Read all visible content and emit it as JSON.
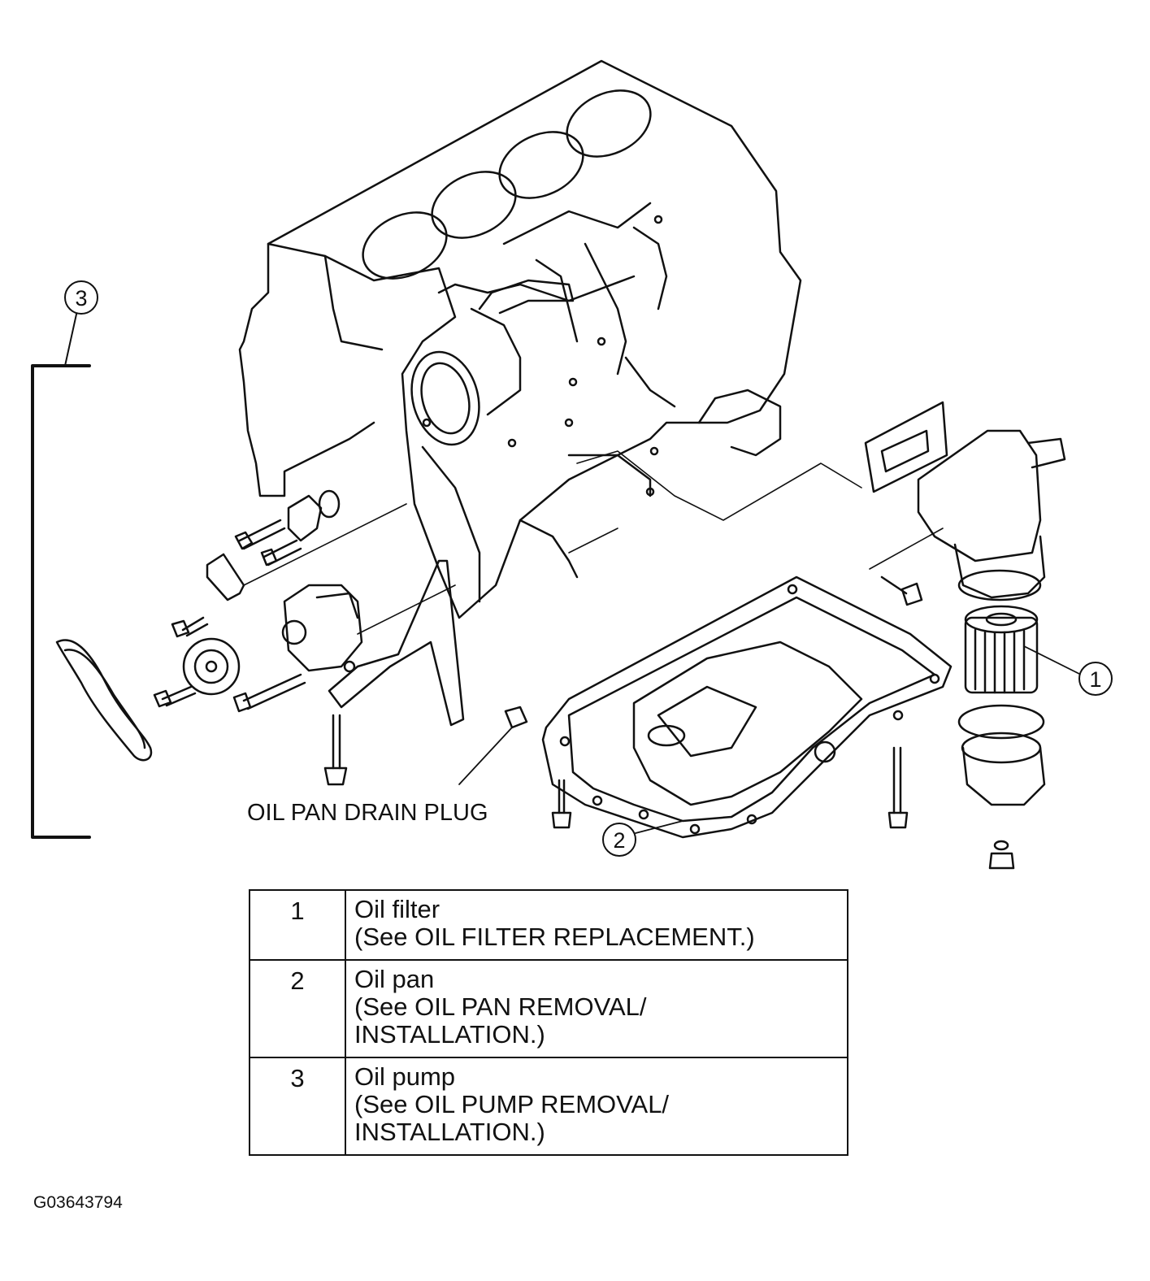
{
  "diagram": {
    "callouts": [
      {
        "id": "callout-1",
        "label": "1"
      },
      {
        "id": "callout-2",
        "label": "2"
      },
      {
        "id": "callout-3",
        "label": "3"
      }
    ],
    "drain_plug_label": "OIL PAN DRAIN PLUG"
  },
  "parts_table": {
    "rows": [
      {
        "number": "1",
        "lines": [
          "Oil filter",
          "(See OIL FILTER REPLACEMENT.)"
        ]
      },
      {
        "number": "2",
        "lines": [
          "Oil pan",
          "(See OIL PAN REMOVAL/",
          "INSTALLATION.)"
        ]
      },
      {
        "number": "3",
        "lines": [
          "Oil pump",
          "(See OIL PUMP REMOVAL/",
          "INSTALLATION.)"
        ]
      }
    ]
  },
  "figure_id": "G03643794"
}
